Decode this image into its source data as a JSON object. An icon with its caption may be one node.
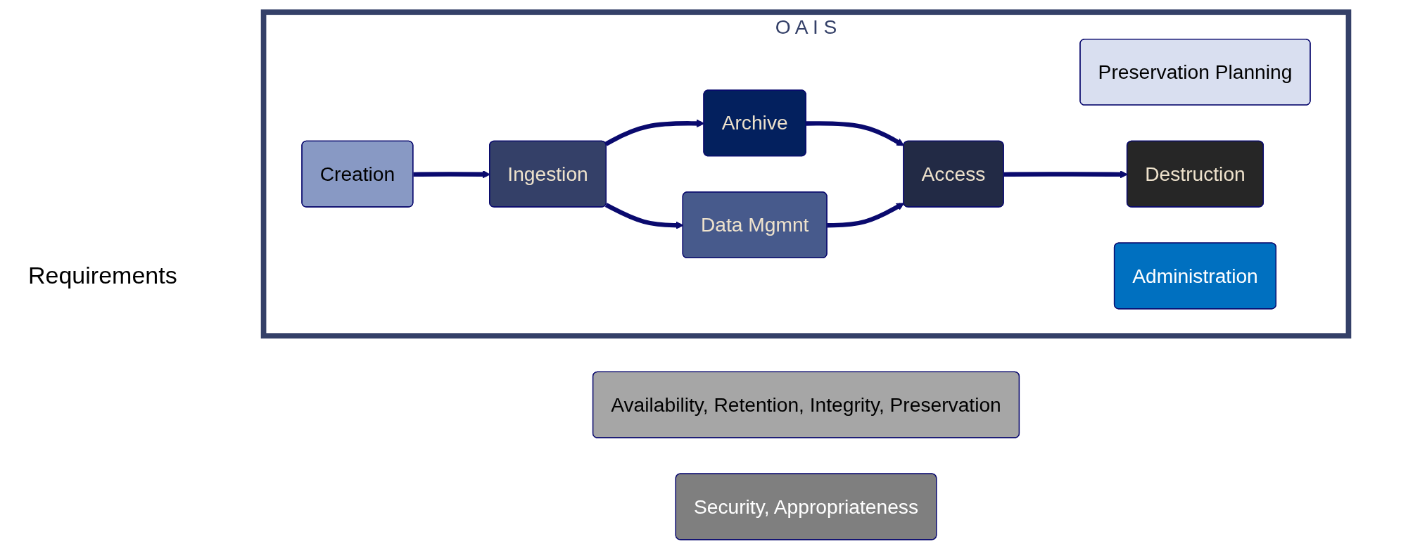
{
  "diagram": {
    "nodes": [
      {
        "text": [
          "O A I S"
        ]
      },
      {
        "text": [
          "Preservation Planning"
        ],
        "in": 0
      },
      {
        "text": [
          "Creation"
        ],
        "in": 0
      },
      {
        "text": [
          "Ingestion"
        ],
        "in": 0
      },
      {
        "text": [
          "Archive"
        ],
        "in": 0
      },
      {
        "text": [
          "Data Mgmnt"
        ],
        "in": 0
      },
      {
        "text": [
          "Access"
        ],
        "in": 0
      },
      {
        "text": [
          "Destruction"
        ],
        "in": 0
      },
      {
        "text": [
          "Administration"
        ],
        "in": 0
      },
      {
        "text": [
          "Availability, Retention, Integrity, Preservation"
        ]
      },
      {
        "text": [
          "Security, Appropriateness"
        ]
      }
    ],
    "edges": [
      {
        "from": 2,
        "to": 3,
        "arrow": "to"
      },
      {
        "from": 3,
        "to": 4,
        "arrow": "to"
      },
      {
        "from": 3,
        "to": 5,
        "arrow": "to"
      },
      {
        "from": 4,
        "to": 6,
        "arrow": "to"
      },
      {
        "from": 5,
        "to": 6,
        "arrow": "to"
      },
      {
        "from": 6,
        "to": 7,
        "arrow": "to"
      }
    ],
    "labels": [
      "Requirements"
    ]
  }
}
